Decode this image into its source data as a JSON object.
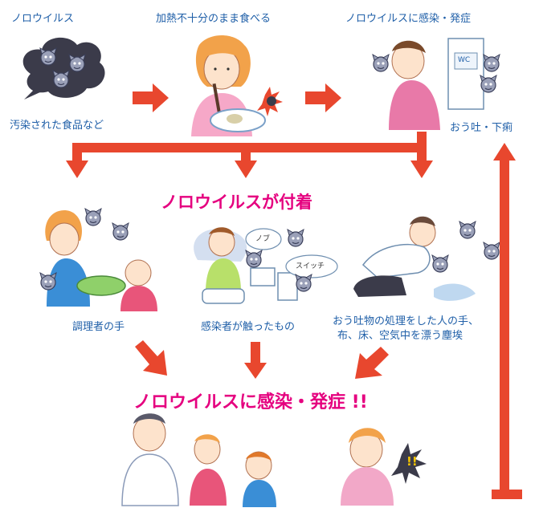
{
  "colors": {
    "label": "#1f5fa8",
    "title": "#e5007f",
    "arrow": "#e8472e"
  },
  "labels": {
    "norovirus": "ノロウイルス",
    "eat_undercooked": "加熱不十分のまま食べる",
    "infection_onset_top": "ノロウイルスに感染・発症",
    "contaminated_food": "汚染された食品など",
    "vomit_diarrhea": "おう吐・下痢",
    "cook_hands": "調理者の手",
    "touched_items": "感染者が触ったもの",
    "vomit_cleanup_line1": "おう吐物の処理をした人の手、",
    "vomit_cleanup_line2": "布、床、空気中を漂う塵埃"
  },
  "titles": {
    "attached": "ノロウイルスが付着",
    "infection_onset": "ノロウイルスに感染・発症 !!"
  },
  "bubbles": {
    "knob": "ノブ",
    "switch": "スイッチ",
    "wc": "WC"
  },
  "exclaim": "!!"
}
